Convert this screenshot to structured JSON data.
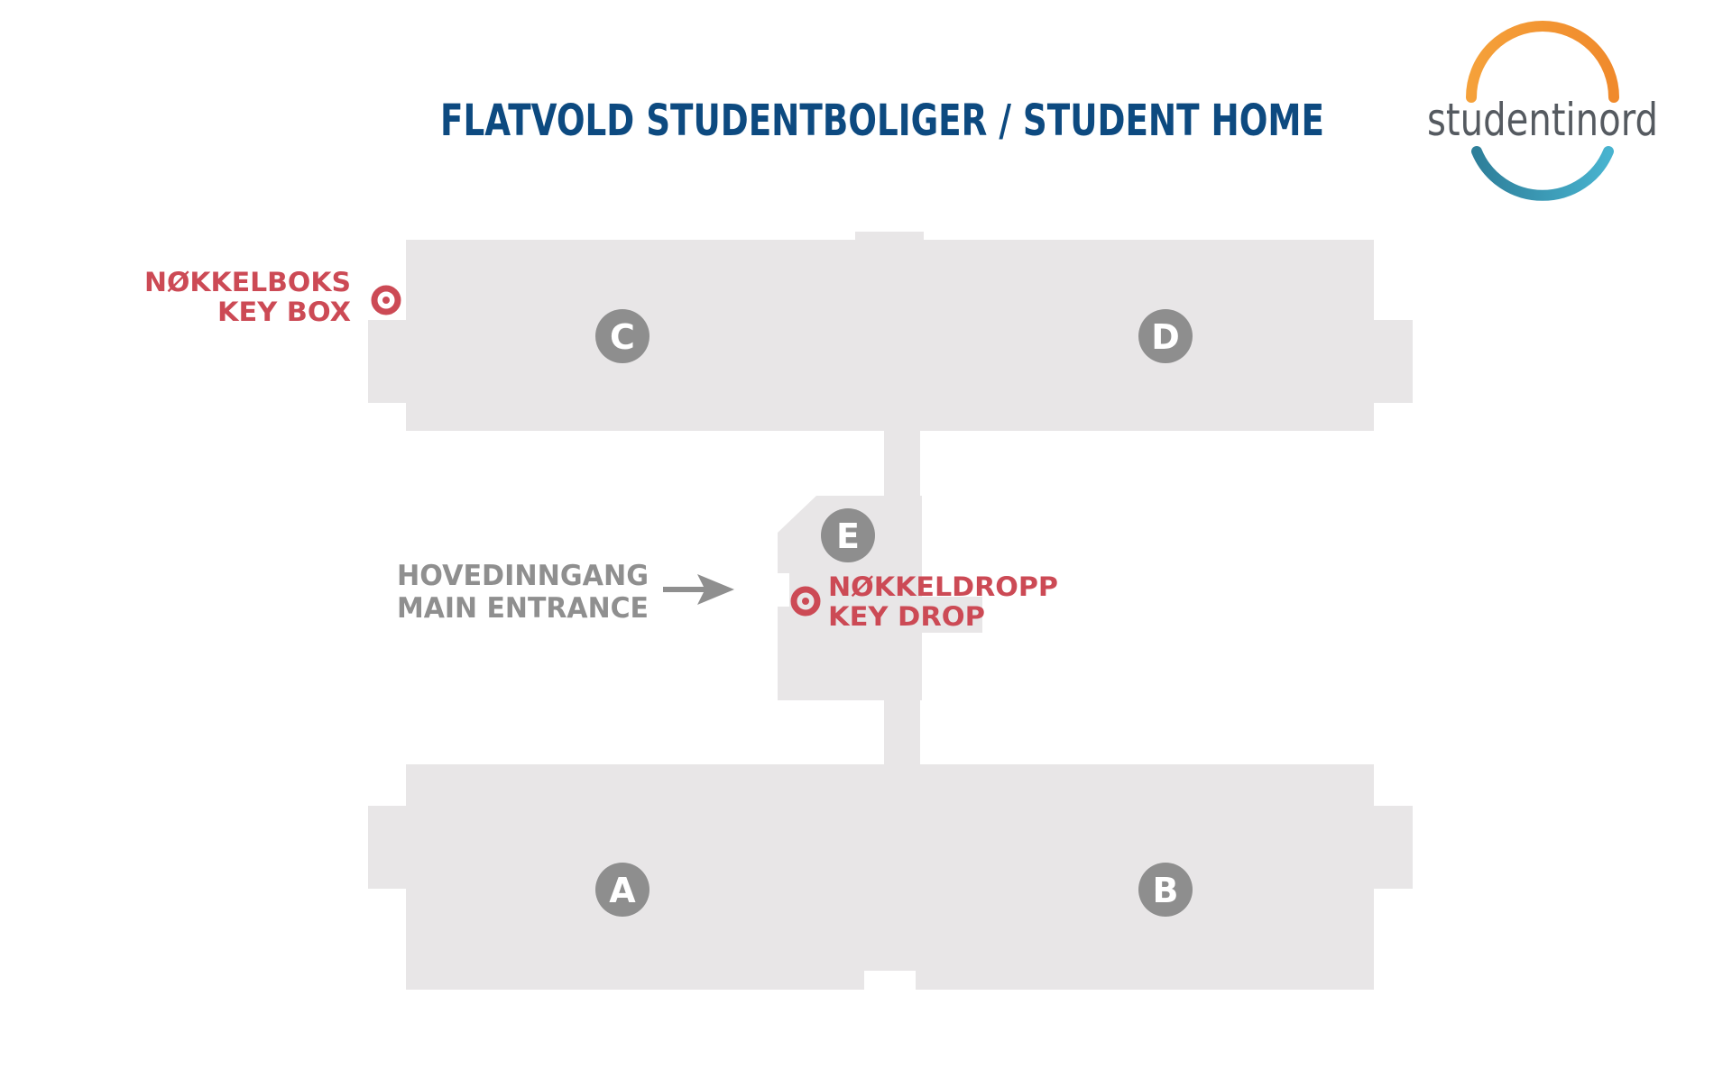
{
  "header": {
    "title": "FLATVOLD STUDENTBOLIGER / STUDENT HOME"
  },
  "logo": {
    "text": "studentinord",
    "colors": {
      "arc_top_start": "#f5a13a",
      "arc_top_end": "#f08a2c",
      "arc_bottom_start": "#2e7f9a",
      "arc_bottom_end": "#48b3cf"
    }
  },
  "map": {
    "colors": {
      "building": "#e8e6e7",
      "badge": "#8e8e8e",
      "marker": "#cc4a55",
      "entrance": "#8f8f8f"
    },
    "buildings": [
      {
        "id": "C",
        "label": "C"
      },
      {
        "id": "D",
        "label": "D"
      },
      {
        "id": "E",
        "label": "E"
      },
      {
        "id": "A",
        "label": "A"
      },
      {
        "id": "B",
        "label": "B"
      }
    ],
    "key_box": {
      "line1": "NØKKELBOKS",
      "line2": "KEY BOX",
      "icon": "target-icon"
    },
    "key_drop": {
      "line1": "NØKKELDROPP",
      "line2": "KEY DROP",
      "icon": "target-icon"
    },
    "main_entrance": {
      "line1": "HOVEDINNGANG",
      "line2": "MAIN ENTRANCE",
      "icon": "arrow-right-icon"
    }
  }
}
